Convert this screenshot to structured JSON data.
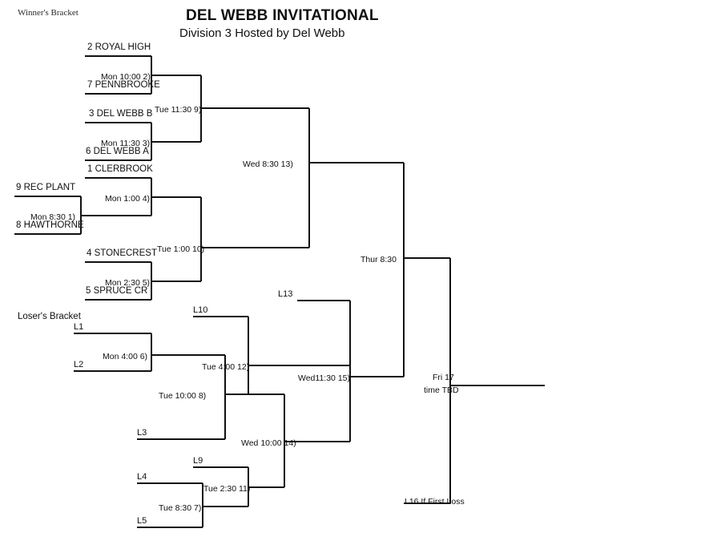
{
  "header": {
    "title": "DEL WEBB INVITATIONAL",
    "subtitle": "Division 3      Hosted by Del Webb"
  },
  "sections": {
    "winners_bracket_label": "Winner's Bracket",
    "losers_bracket_label": "Loser's Bracket"
  },
  "colors": {
    "line": "#111111",
    "text": "#101010",
    "background": "#ffffff"
  },
  "winners_bracket": {
    "teams": [
      {
        "seed": "2",
        "name": "ROYAL HIGH",
        "label": "2   ROYAL HIGH"
      },
      {
        "seed": "7",
        "name": "PENNBROOKE",
        "label": "7   PENNBROOKE"
      },
      {
        "seed": "3",
        "name": "DEL WEBB B",
        "label": "3   DEL WEBB B"
      },
      {
        "seed": "6",
        "name": "DEL WEBB A",
        "label": "6 DEL WEBB A"
      },
      {
        "seed": "1",
        "name": "CLERBROOK",
        "label": "1   CLERBROOK"
      },
      {
        "seed": "9",
        "name": "REC PLANT",
        "label": "9 REC PLANT"
      },
      {
        "seed": "8",
        "name": "HAWTHORNE",
        "label": "8 HAWTHORNE"
      },
      {
        "seed": "4",
        "name": "STONECREST",
        "label": "4   STONECREST"
      },
      {
        "seed": "5",
        "name": "SPRUCE CR",
        "label": "5 SPRUCE CR"
      }
    ],
    "games": [
      {
        "number": "1",
        "label": "Mon 8:30   1)",
        "day": "Mon",
        "time": "8:30"
      },
      {
        "number": "2",
        "label": "Mon 10:00  2)",
        "day": "Mon",
        "time": "10:00"
      },
      {
        "number": "3",
        "label": "Mon 11:30  3)",
        "day": "Mon",
        "time": "11:30"
      },
      {
        "number": "4",
        "label": "Mon 1:00  4)",
        "day": "Mon",
        "time": "1:00"
      },
      {
        "number": "5",
        "label": "Mon 2:30  5)",
        "day": "Mon",
        "time": "2:30"
      },
      {
        "number": "9",
        "label": "Tue 11:30  9)",
        "day": "Tue",
        "time": "11:30"
      },
      {
        "number": "10",
        "label": "Tue 1:00  10)",
        "day": "Tue",
        "time": "1:00"
      },
      {
        "number": "13",
        "label": "Wed 8:30    13)",
        "day": "Wed",
        "time": "8:30"
      }
    ]
  },
  "losers_bracket": {
    "feeds": [
      {
        "id": "L1",
        "label": "L1"
      },
      {
        "id": "L2",
        "label": "L2"
      },
      {
        "id": "L3",
        "label": "L3"
      },
      {
        "id": "L4",
        "label": "L4"
      },
      {
        "id": "L5",
        "label": "L5"
      },
      {
        "id": "L9",
        "label": "L9"
      },
      {
        "id": "L10",
        "label": "L10"
      },
      {
        "id": "L13",
        "label": "L13"
      }
    ],
    "games": [
      {
        "number": "6",
        "label": "Mon 4:00   6)",
        "day": "Mon",
        "time": "4:00"
      },
      {
        "number": "7",
        "label": "Tue 8:30  7)",
        "day": "Tue",
        "time": "8:30"
      },
      {
        "number": "8",
        "label": "Tue 10:00  8)",
        "day": "Tue",
        "time": "10:00"
      },
      {
        "number": "11",
        "label": "Tue 2:30 11)",
        "day": "Tue",
        "time": "2:30"
      },
      {
        "number": "12",
        "label": "Tue 4:00  12)",
        "day": "Tue",
        "time": "4:00"
      },
      {
        "number": "14",
        "label": "Wed 10:00  14)",
        "day": "Wed",
        "time": "10:00"
      },
      {
        "number": "15",
        "label": "Wed11:30 15)",
        "day": "Wed",
        "time": "11:30"
      }
    ]
  },
  "finals": {
    "semifinal": {
      "number": "16",
      "label": "Thur 8:30",
      "day": "Thur",
      "time": "8:30"
    },
    "championship": {
      "number": "17",
      "label_top": "Fri      17",
      "label_bottom": "time TBD",
      "day": "Fri",
      "time": "TBD"
    },
    "if_game_note": "L16 If First Loss"
  }
}
